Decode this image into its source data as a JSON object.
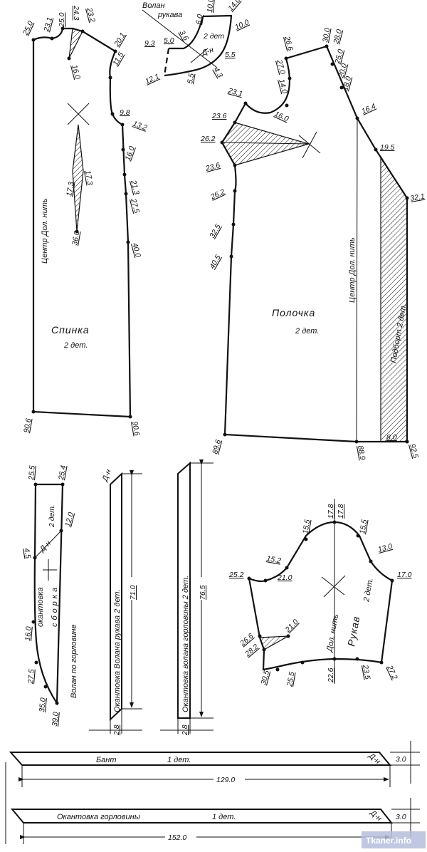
{
  "back": {
    "title": "Спинка",
    "count": "2 дет.",
    "grain": "Центр   Дол. нить",
    "measurements": [
      "25.0",
      "23.1",
      "25.0",
      "24.3",
      "23.2",
      "16.0",
      "20.1",
      "11.5",
      "9.8",
      "13.2",
      "16.0",
      "21.3",
      "27.5",
      "40.0",
      "90.6",
      "90.6"
    ],
    "dart": [
      "17.3",
      "17.3",
      "36.0"
    ]
  },
  "sleeve_ruffle": {
    "title_1": "Волан",
    "title_2": "рукава",
    "count": "2 дет",
    "mark": "Д-н",
    "measurements": [
      "9.3",
      "5.0",
      "3.6",
      "6.0",
      "10.0",
      "14.0",
      "10.0",
      "5.5",
      "4.3",
      "5.5",
      "12.1"
    ]
  },
  "front": {
    "title": "Полочка",
    "count": "2 дет.",
    "grain": "Центр   Дол. нить",
    "facing": "Подборт   2 дет.",
    "measurements": [
      "26.6",
      "27.0",
      "14.0",
      "16.0",
      "23.1",
      "23.6",
      "26.2",
      "23.6",
      "26.2",
      "32.5",
      "40.5",
      "89.6",
      "88.9",
      "92.5",
      "30.0",
      "28.0",
      "25.0",
      "20.0",
      "18.0",
      "16.4",
      "19.5",
      "32.1",
      "8.0"
    ]
  },
  "neck_ruffle": {
    "count": "2 дет.",
    "mark": "Д-н",
    "binding": "окантовка",
    "gather": "сборка",
    "title": "Волан по горловине",
    "measurements": [
      "25.5",
      "25.4",
      "12.0",
      "4.5",
      "16.0",
      "27.5",
      "35.0",
      "39.0"
    ]
  },
  "strip_sleeve": {
    "title": "Окантовка Волана рукава   2 дет.",
    "mark": "Д-н",
    "length": "71.0",
    "width": "2.8"
  },
  "strip_neck": {
    "title": "Окантовка волана горловины   2 дет.",
    "length": "76.5",
    "width": "2.8"
  },
  "sleeve": {
    "title": "Рукав",
    "count": "2 дет.",
    "grain": "Дол. нить",
    "measurements": [
      "17.8",
      "17.8",
      "15.5",
      "15.5",
      "15.2",
      "13.0",
      "25.2",
      "21.0",
      "17.0",
      "21.0",
      "26.6",
      "28.2",
      "30.5",
      "25.5",
      "22.6",
      "23.5",
      "27.2"
    ]
  },
  "bow": {
    "title": "Бант",
    "count": "1 дет.",
    "mark": "Д-н",
    "width": "3.0",
    "length": "129.0"
  },
  "neck_binding": {
    "title": "Окантовка   горловины",
    "count": "1 дет.",
    "mark": "Д-н",
    "width": "3.0",
    "length": "152.0"
  },
  "watermark": "Tkaner.info"
}
